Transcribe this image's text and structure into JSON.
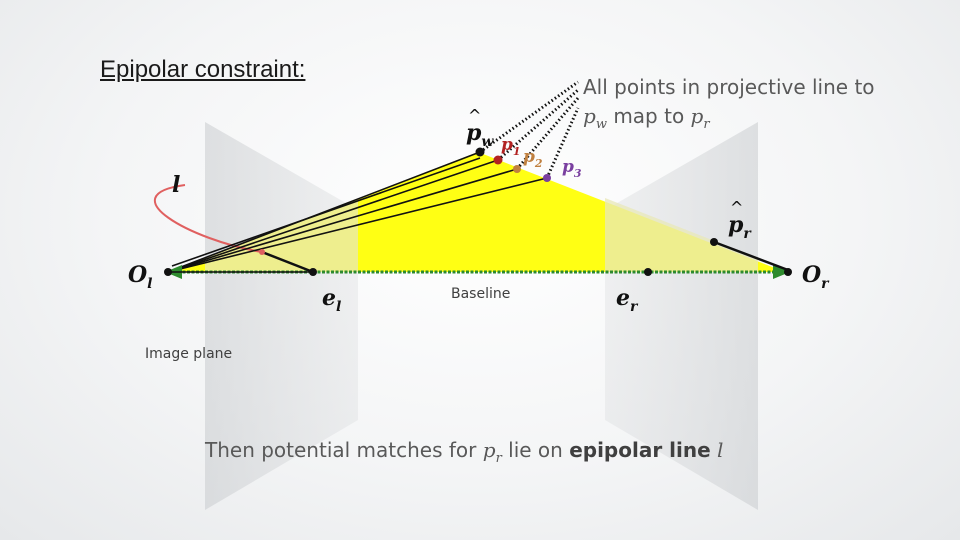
{
  "title": "Epipolar constraint:",
  "note": {
    "line1": "All points in projective line to",
    "line2_var1": "p",
    "line2_sub1": "w",
    "line2_mid": "map to",
    "line2_var2": "p",
    "line2_sub2": "r"
  },
  "labels": {
    "baseline": "Baseline",
    "image_plane": "Image plane",
    "pw": "p",
    "pw_sub": "w",
    "p1": "p",
    "p1_sub": "1",
    "p2": "p",
    "p2_sub": "2",
    "p3": "p",
    "p3_sub": "3",
    "l": "l",
    "ol": "O",
    "ol_sub": "l",
    "or": "O",
    "or_sub": "r",
    "el": "e",
    "el_sub": "l",
    "er": "e",
    "er_sub": "r",
    "pr": "p",
    "pr_sub": "r"
  },
  "bottom": {
    "prefix": "Then potential matches for",
    "var": "p",
    "var_sub": "r",
    "mid": "lie on",
    "bold": "epipolar line",
    "var2": "l"
  },
  "colors": {
    "plane_fill": "#ffff00",
    "baseline": "#2e8b2e",
    "epipolar_curve": "#e06060",
    "p1": "#b22222",
    "p2": "#c08040",
    "p3": "#7a3fa0",
    "text_gray": "#595959"
  }
}
